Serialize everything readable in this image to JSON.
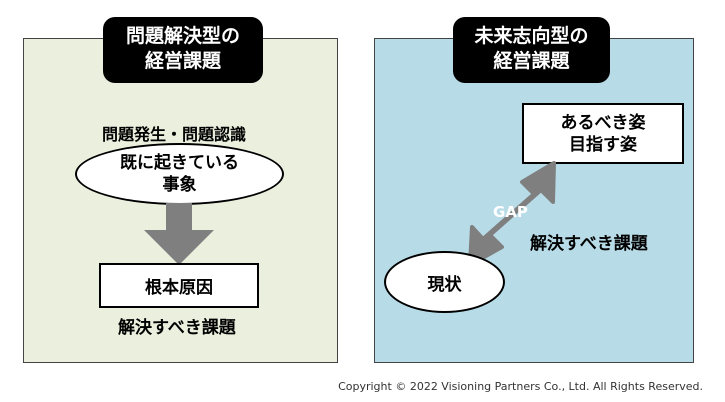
{
  "left_panel": {
    "title": "問題解決型の\n経営課題",
    "occurrence_label": "問題発生・問題認識",
    "ellipse_text": "既に起きている\n事象",
    "root_cause_box": "根本原因",
    "issue_label": "解決すべき課題",
    "fill_color": "#ebf0de",
    "arrow_color": "#7f7f7f"
  },
  "right_panel": {
    "title": "未来志向型の\n経営課題",
    "ideal_box": "あるべき姿\n目指す姿",
    "gap_label": "GAP",
    "issue_label": "解決すべき課題",
    "current_ellipse": "現状",
    "fill_color": "#b7dbe7",
    "arrow_color": "#7f7f7f"
  },
  "footer": {
    "copyright": "Copyright © 2022 Visioning Partners Co., Ltd. All Rights Reserved."
  }
}
